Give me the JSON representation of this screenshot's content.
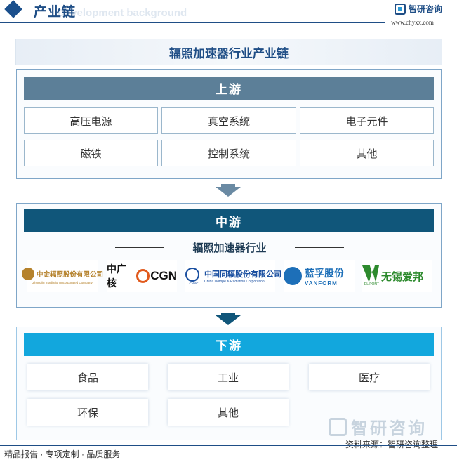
{
  "header": {
    "title": "产业链",
    "bg_text": "Development background",
    "logo_text": "智研咨询",
    "logo_url": "www.chyxx.com"
  },
  "main_title": "辐照加速器行业产业链",
  "upstream": {
    "label": "上游",
    "items": [
      "高压电源",
      "真空系统",
      "电子元件",
      "磁铁",
      "控制系统",
      "其他"
    ]
  },
  "midstream": {
    "label": "中游",
    "subheading": "辐照加速器行业",
    "companies": [
      {
        "cn": "中金辐照股份有限公司",
        "en": "Zhongjin Irradiation Incorporated Company"
      },
      {
        "cn": "中广核",
        "en": "CGN"
      },
      {
        "cn": "中国同辐股份有限公司",
        "en": "China Isotope & Radiation Corporation",
        "small": "CNNC"
      },
      {
        "cn": "蓝孚股份",
        "en": "VANFORM"
      },
      {
        "cn": "无锡爱邦",
        "en": "EL PONT"
      }
    ]
  },
  "downstream": {
    "label": "下游",
    "items": [
      "食品",
      "工业",
      "医疗",
      "环保",
      "其他"
    ]
  },
  "footer": {
    "source": "资料来源：智研咨询整理",
    "left": "精品报告 · 专项定制 · 品质服务",
    "big_logo": "智研咨询"
  },
  "colors": {
    "brand": "#1f4e86",
    "upstream_head": "#5c7f98",
    "midstream_head": "#10567a",
    "downstream_head": "#12a7dd"
  }
}
